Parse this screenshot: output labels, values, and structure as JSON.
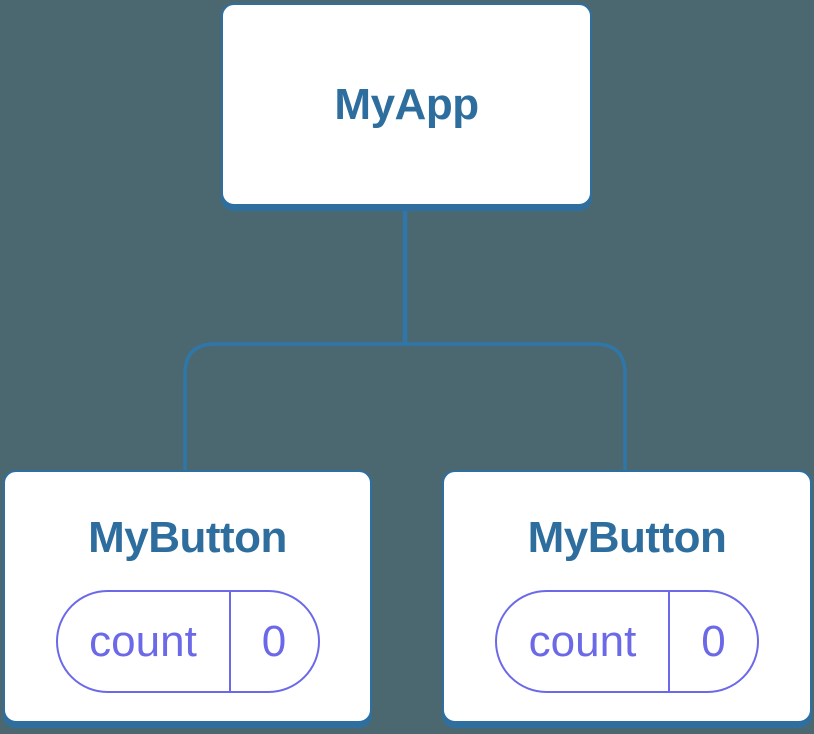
{
  "colors": {
    "background": "#4B6870",
    "node_fill": "#FFFFFF",
    "node_stroke": "#2F6F9F",
    "connector": "#2F76A9",
    "label_text": "#2E6E9E",
    "state_accent": "#6C69E9"
  },
  "tree": {
    "root": {
      "label": "MyApp"
    },
    "children": [
      {
        "label": "MyButton",
        "state": {
          "key": "count",
          "value": "0"
        }
      },
      {
        "label": "MyButton",
        "state": {
          "key": "count",
          "value": "0"
        }
      }
    ]
  }
}
